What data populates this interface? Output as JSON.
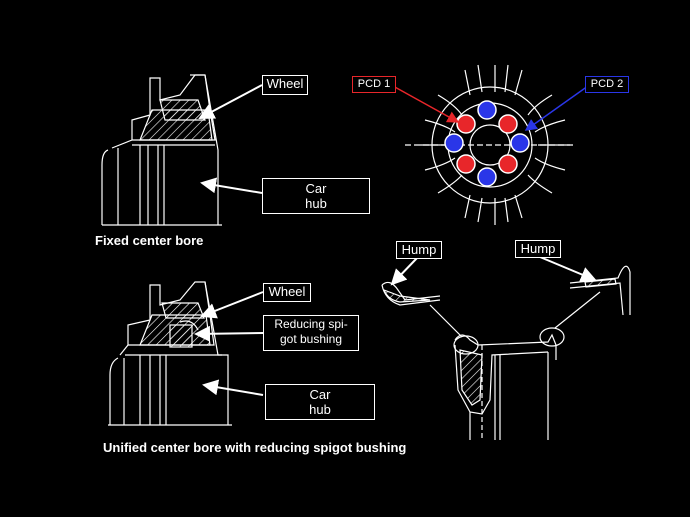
{
  "labels": {
    "wheel_top": "Wheel",
    "car_hub_top": "Car\nhub",
    "wheel_bottom": "Wheel",
    "bushing": "Reducing spi-\ngot bushing",
    "car_hub_bottom": "Car\nhub",
    "pcd1": "PCD 1",
    "pcd2": "PCD 2",
    "hump_left": "Hump",
    "hump_right": "Hump"
  },
  "captions": {
    "fixed": "Fixed center bore",
    "unified": "Unified center bore with reducing spigot bushing"
  },
  "colors": {
    "background": "#000000",
    "line": "#ffffff",
    "pcd1": "#e8262a",
    "pcd2": "#2a36e8"
  }
}
